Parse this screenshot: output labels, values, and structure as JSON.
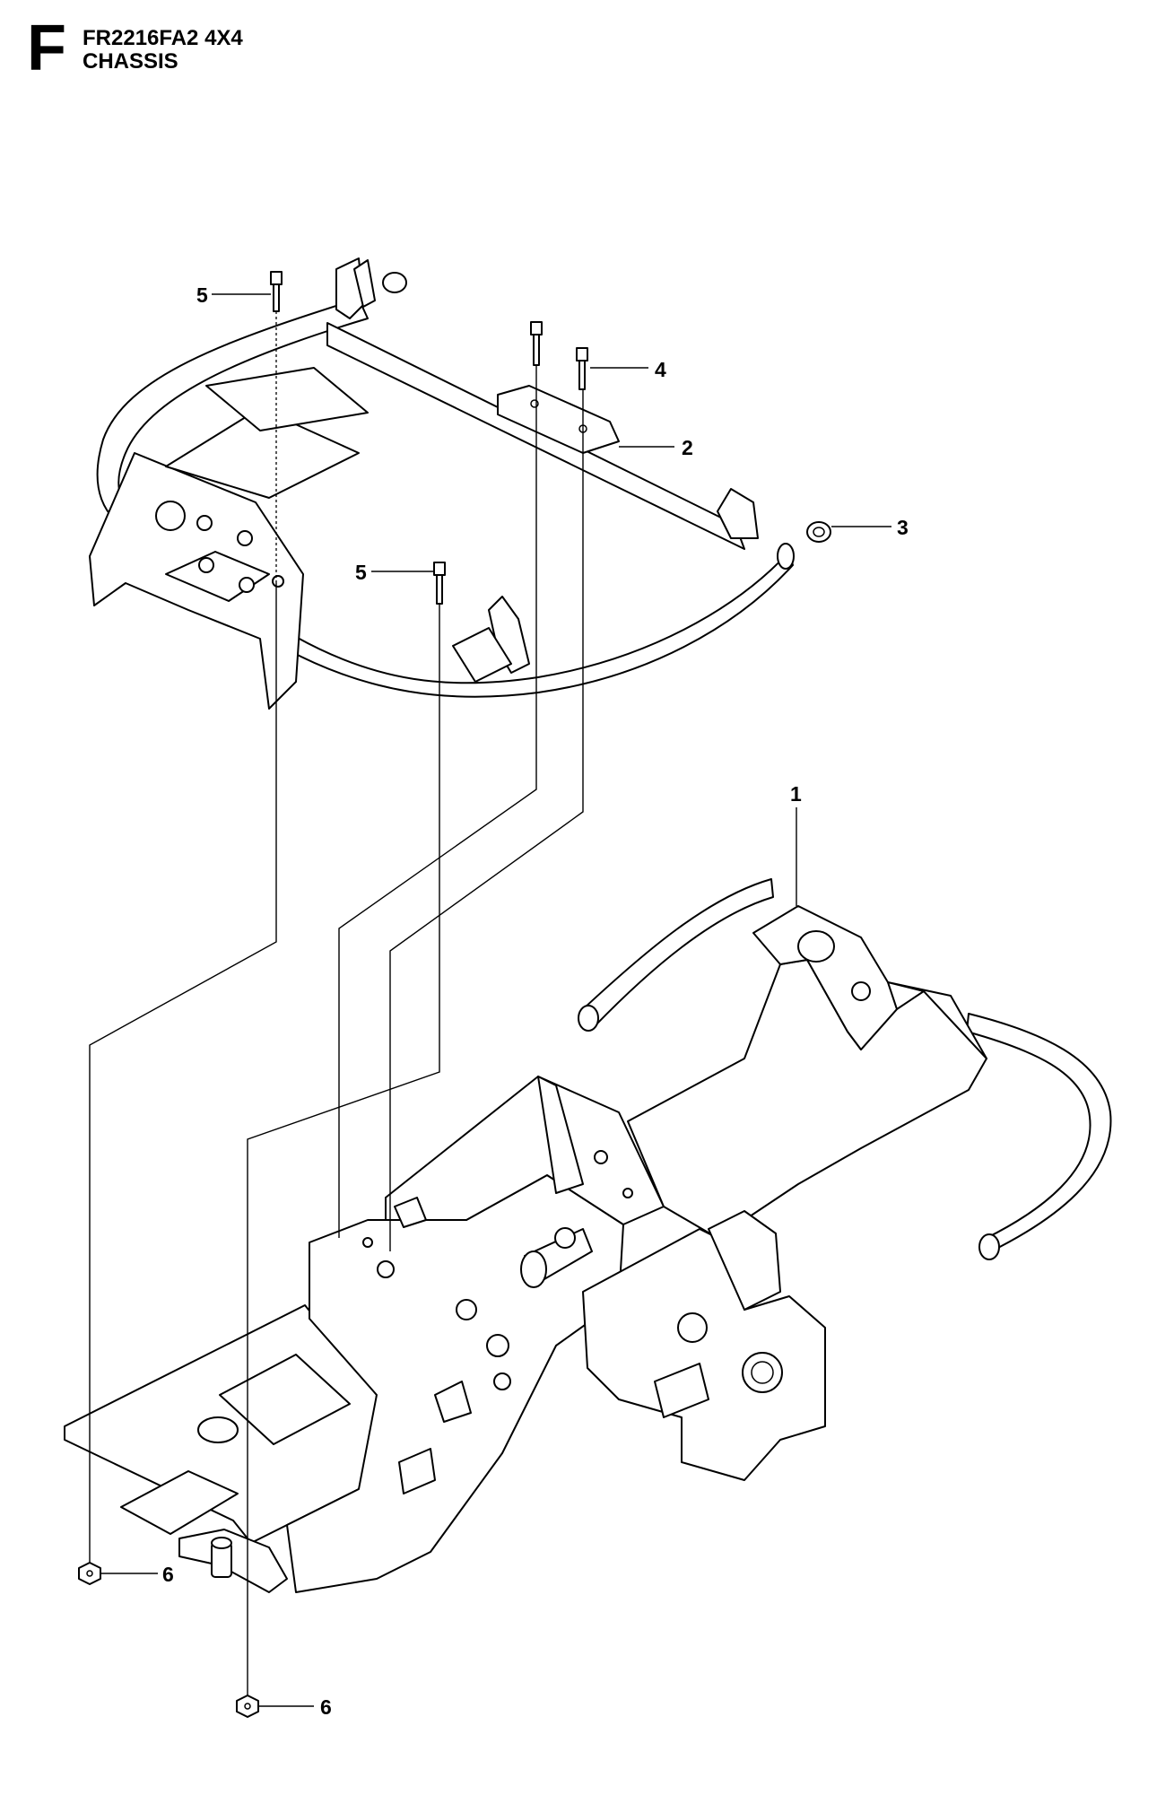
{
  "header": {
    "section_letter": "F",
    "model": "FR2216FA2 4X4",
    "section_name": "CHASSIS"
  },
  "callouts": [
    {
      "id": "callout-5-top",
      "label": "5"
    },
    {
      "id": "callout-4",
      "label": "4"
    },
    {
      "id": "callout-2",
      "label": "2"
    },
    {
      "id": "callout-3",
      "label": "3"
    },
    {
      "id": "callout-5-mid",
      "label": "5"
    },
    {
      "id": "callout-1",
      "label": "1"
    },
    {
      "id": "callout-6-upper",
      "label": "6"
    },
    {
      "id": "callout-6-lower",
      "label": "6"
    }
  ]
}
